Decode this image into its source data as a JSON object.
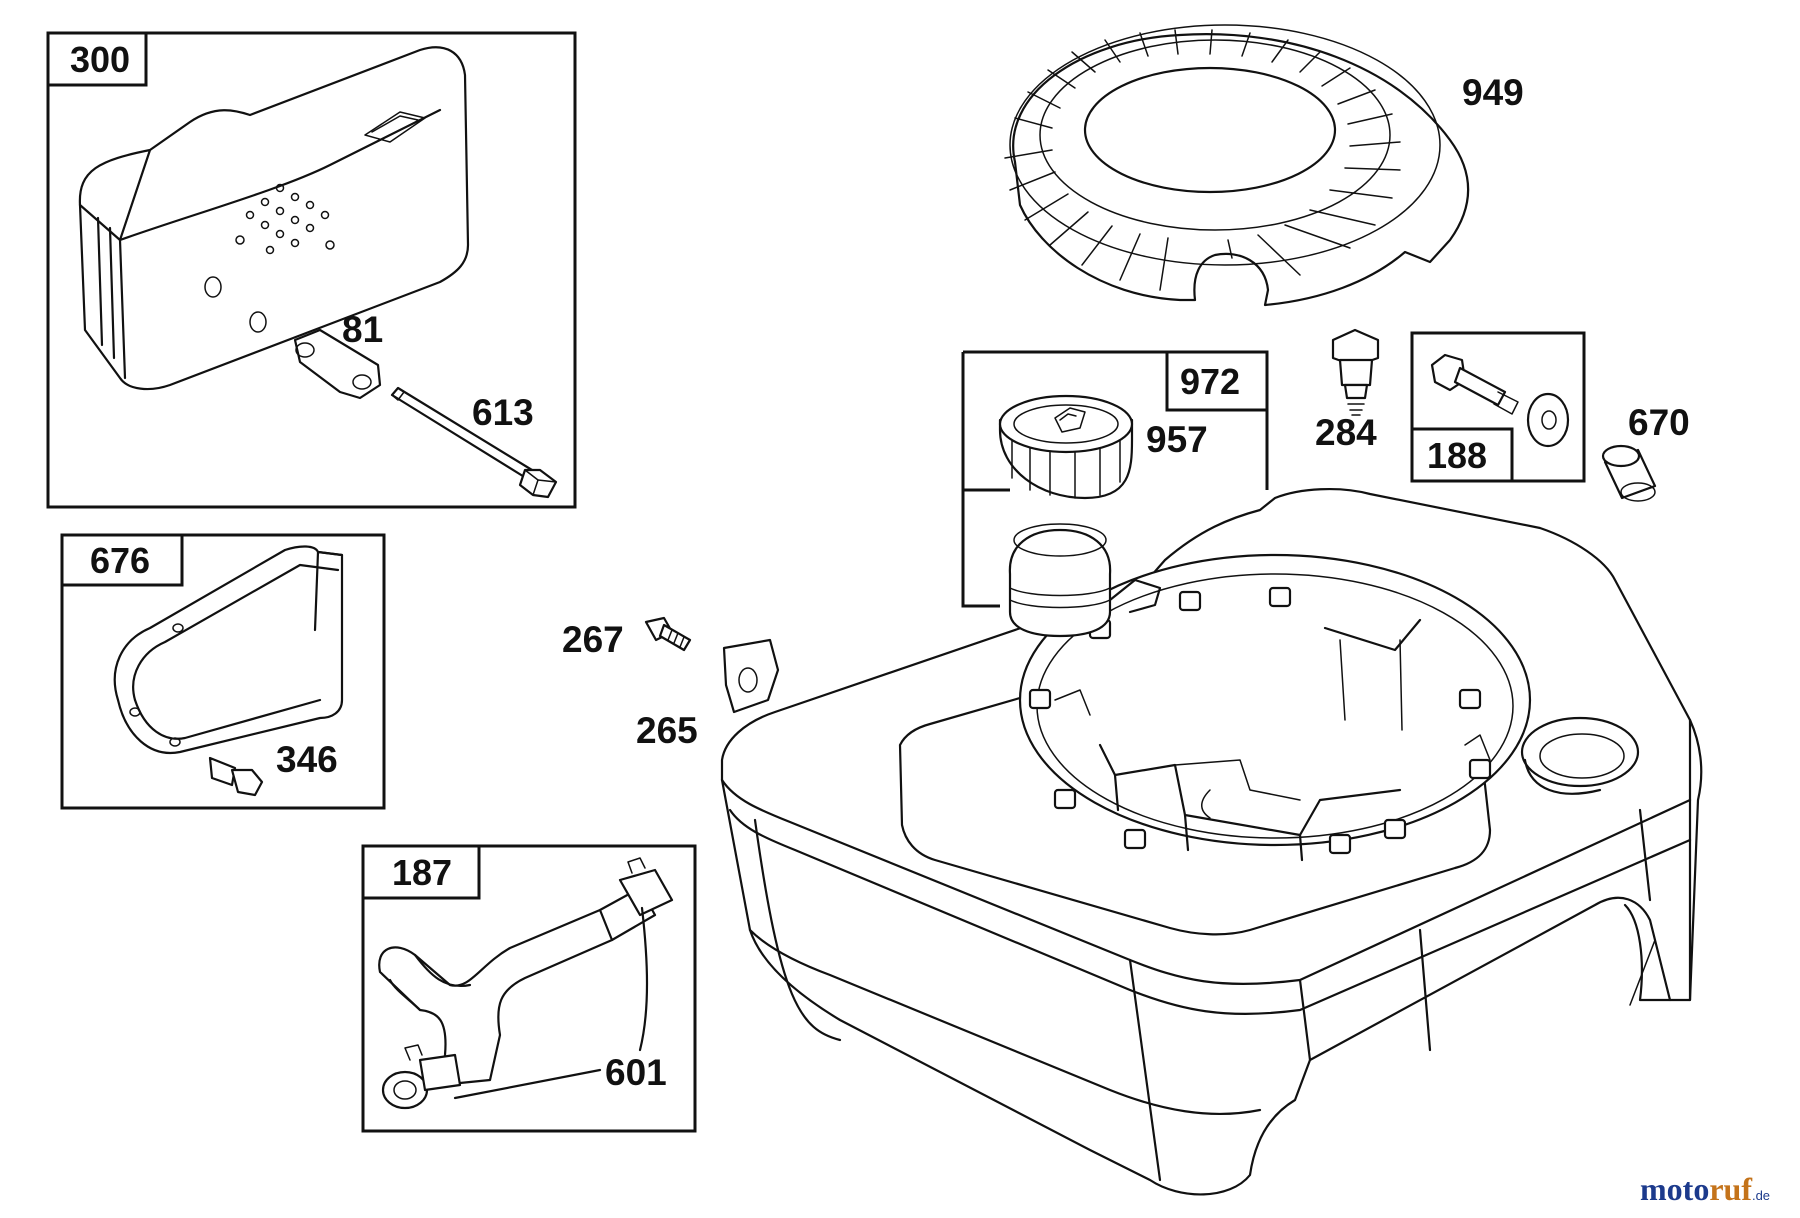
{
  "diagram": {
    "boxed_parts": [
      {
        "id": "muffler_box",
        "number": "300"
      },
      {
        "id": "guard_box",
        "number": "676"
      },
      {
        "id": "hose_box",
        "number": "187"
      },
      {
        "id": "cap_box",
        "number": "972"
      },
      {
        "id": "screw_box",
        "number": "188"
      }
    ],
    "callouts": {
      "p949": "949",
      "p81": "81",
      "p613": "613",
      "p957": "957",
      "p284": "284",
      "p670": "670",
      "p267": "267",
      "p265": "265",
      "p346": "346",
      "p601": "601"
    }
  },
  "watermark": {
    "part1": "moto",
    "part2": "ruf",
    "suffix": ".de"
  }
}
